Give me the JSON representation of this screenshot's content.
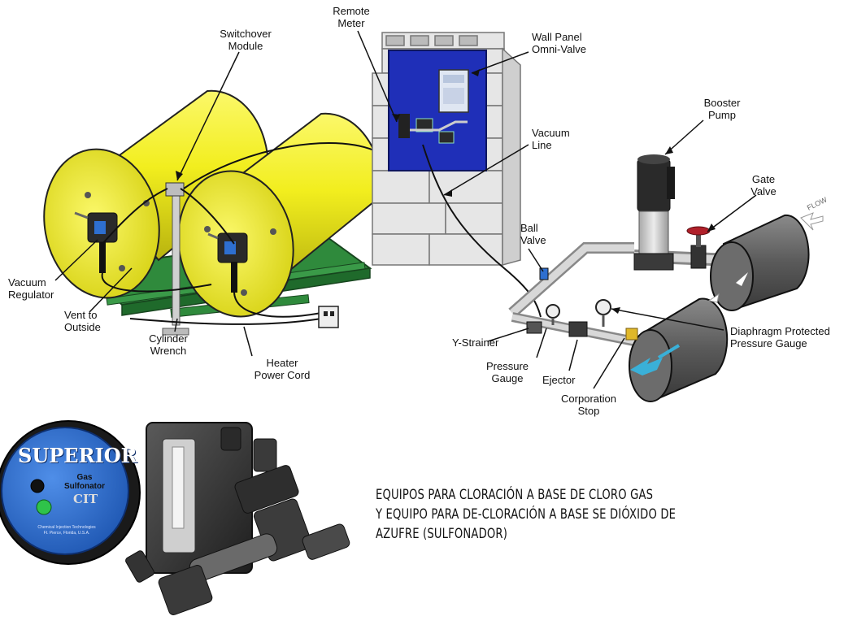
{
  "labels": {
    "remote_meter": [
      "Remote",
      "Meter"
    ],
    "switchover_module": [
      "Switchover",
      "Module"
    ],
    "wall_panel": [
      "Wall Panel",
      "Omni-Valve"
    ],
    "booster_pump": [
      "Booster",
      "Pump"
    ],
    "vacuum_line": [
      "Vacuum",
      "Line"
    ],
    "gate_valve": [
      "Gate",
      "Valve"
    ],
    "flow": "FLOW",
    "ball_valve": [
      "Ball",
      "Valve"
    ],
    "vacuum_regulator": [
      "Vacuum",
      "Regulator"
    ],
    "vent_to_outside": [
      "Vent to",
      "Outside"
    ],
    "cylinder_wrench": [
      "Cylinder",
      "Wrench"
    ],
    "heater_power_cord": [
      "Heater",
      "Power Cord"
    ],
    "y_strainer": "Y-Strainer",
    "diaphragm_gauge": [
      "Diaphragm Protected",
      "Pressure Gauge"
    ],
    "pressure_gauge": [
      "Pressure",
      "Gauge"
    ],
    "ejector": "Ejector",
    "corporation_stop": [
      "Corporation",
      "Stop"
    ]
  },
  "device": {
    "brand": "SUPERIOR",
    "product": [
      "Gas",
      "Sulfonator"
    ],
    "logo": "CIT",
    "maker": [
      "Chemical Injection Technologies",
      "Ft. Pierce, Florida, U.S.A."
    ]
  },
  "caption": [
    "EQUIPOS PARA CLORACIÓN A BASE DE CLORO GAS",
    "Y EQUIPO PARA DE-CLORACIÓN A BASE SE DIÓXIDO DE",
    "AZUFRE (SULFONADOR)"
  ],
  "colors": {
    "cylinder": "#f2ee1e",
    "cylinder_shade": "#c9c414",
    "frame": "#2f8a3c",
    "panel": "#1f2fb8",
    "block": "#e6e6e6",
    "pipe": "#c8c8c8",
    "pump": "#2a2a2a",
    "gate_handle": "#b0202a",
    "device_face": "#2e6fd0",
    "device_body": "#3c3c3c",
    "arrow": "#3ab0d8"
  }
}
